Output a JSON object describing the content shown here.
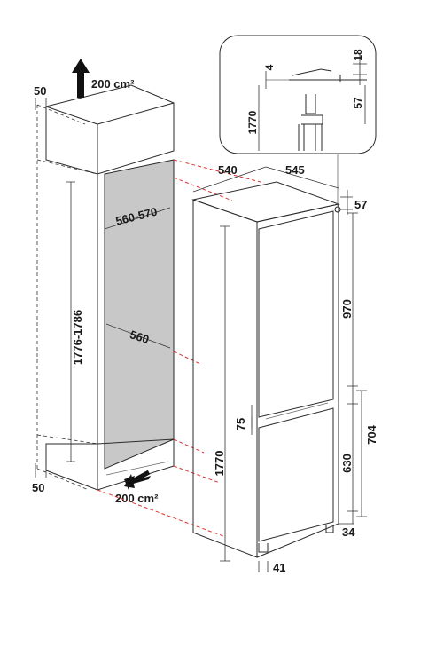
{
  "airflow": {
    "top_label": "200 cm²",
    "bottom_label": "200 cm²"
  },
  "niche": {
    "clearance_top": "50",
    "clearance_bottom": "50",
    "height_range": "1776-1786",
    "width_range": "560-570",
    "depth": "560"
  },
  "fridge": {
    "depth": "540",
    "width": "545",
    "top_gap": "57",
    "upper_door": "970",
    "door_gap": "75",
    "lower_door": "630",
    "lower_section": "704",
    "total_height": "1770",
    "base_height": "34",
    "base_depth": "41"
  },
  "detail": {
    "offset_top": "4",
    "offset_right": "18",
    "height": "1770",
    "gap": "57"
  },
  "colors": {
    "niche_fill": "#c8c8c8",
    "dashed_red": "#e03030",
    "line": "#2a2a2a"
  }
}
